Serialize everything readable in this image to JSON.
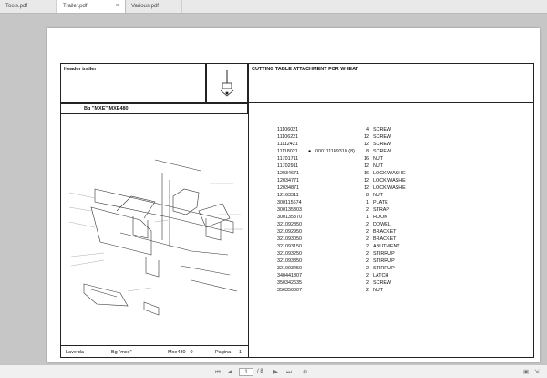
{
  "tabs": [
    {
      "label": "Tools.pdf"
    },
    {
      "label": "Trailer.pdf"
    },
    {
      "label": "Various.pdf"
    }
  ],
  "tab_close": "×",
  "document": {
    "header_left": "Header trailer",
    "model": "Bg \"MXE\" MXE480",
    "section_title": "CUTTING TABLE ATTACHMENT FOR WHEAT",
    "footer": {
      "brand": "Laverda",
      "model": "Bg \"mxe\"",
      "ref": "Mxe480 - 0",
      "page_label": "Pagina",
      "page_num": "1"
    },
    "parts": [
      {
        "code": "11106021",
        "qty": "4",
        "desc": "SCREW"
      },
      {
        "code": "11106221",
        "qty": "12",
        "desc": "SCREW"
      },
      {
        "code": "11112421",
        "qty": "12",
        "desc": "SCREW"
      },
      {
        "code": "11118021",
        "qty": "8",
        "desc": "SCREW",
        "subref": "000111189310  (8)"
      },
      {
        "code": "11701711",
        "qty": "16",
        "desc": "NUT"
      },
      {
        "code": "11702911",
        "qty": "12",
        "desc": "NUT"
      },
      {
        "code": "12034671",
        "qty": "16",
        "desc": "LOCK WASHE"
      },
      {
        "code": "12034771",
        "qty": "12",
        "desc": "LOCK WASHE"
      },
      {
        "code": "12034871",
        "qty": "12",
        "desc": "LOCK WASHE"
      },
      {
        "code": "12163311",
        "qty": "8",
        "desc": "NUT"
      },
      {
        "code": "300115674",
        "qty": "1",
        "desc": "PLATE"
      },
      {
        "code": "300135303",
        "qty": "2",
        "desc": "STRAP"
      },
      {
        "code": "300135370",
        "qty": "1",
        "desc": "HOOK"
      },
      {
        "code": "321092850",
        "qty": "2",
        "desc": "DOWEL"
      },
      {
        "code": "321092950",
        "qty": "2",
        "desc": "BRACKET"
      },
      {
        "code": "321093050",
        "qty": "2",
        "desc": "BRACKET"
      },
      {
        "code": "321093150",
        "qty": "2",
        "desc": "ABUTMENT"
      },
      {
        "code": "321093250",
        "qty": "2",
        "desc": "STIRRUP"
      },
      {
        "code": "321093350",
        "qty": "2",
        "desc": "STIRRUP"
      },
      {
        "code": "321093450",
        "qty": "2",
        "desc": "STIRRUP"
      },
      {
        "code": "340441807",
        "qty": "2",
        "desc": "LATCH"
      },
      {
        "code": "350342635",
        "qty": "2",
        "desc": "SCREW"
      },
      {
        "code": "350350007",
        "qty": "2",
        "desc": "NUT"
      }
    ]
  },
  "toolbar": {
    "page_current": "1",
    "page_total": "/ 8"
  }
}
